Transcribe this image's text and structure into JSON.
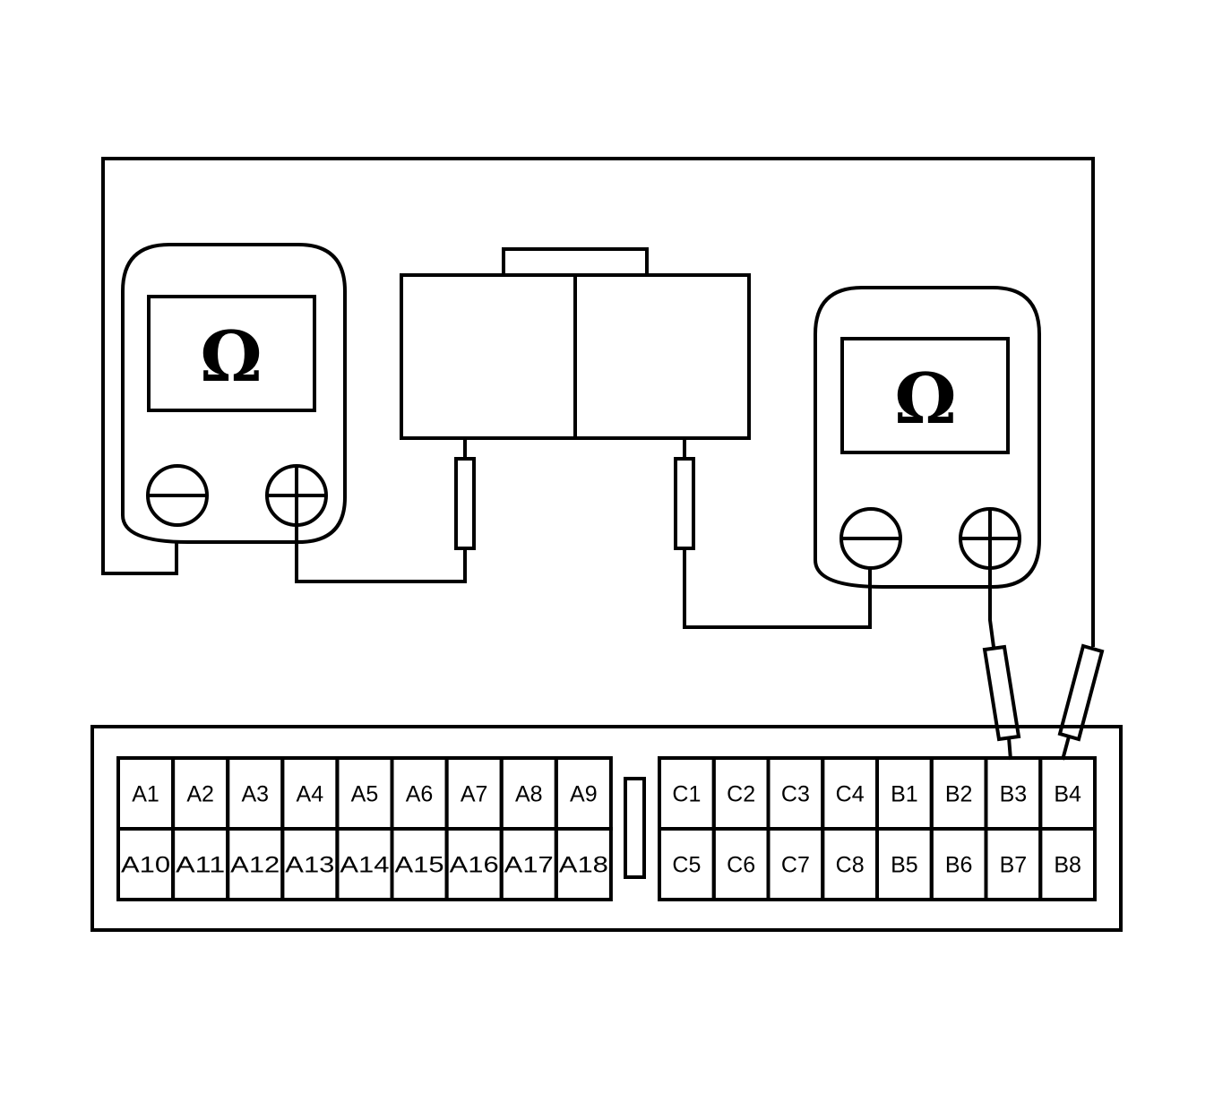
{
  "meter_left": {
    "symbol": "Ω"
  },
  "meter_right": {
    "symbol": "Ω"
  },
  "connector": {
    "group_a": {
      "top": [
        "A1",
        "A2",
        "A3",
        "A4",
        "A5",
        "A6",
        "A7",
        "A8",
        "A9"
      ],
      "bottom": [
        "A10",
        "A11",
        "A12",
        "A13",
        "A14",
        "A15",
        "A16",
        "A17",
        "A18"
      ]
    },
    "group_cb": {
      "top": [
        "C1",
        "C2",
        "C3",
        "C4",
        "B1",
        "B2",
        "B3",
        "B4"
      ],
      "bottom": [
        "C5",
        "C6",
        "C7",
        "C8",
        "B5",
        "B6",
        "B7",
        "B8"
      ]
    }
  }
}
